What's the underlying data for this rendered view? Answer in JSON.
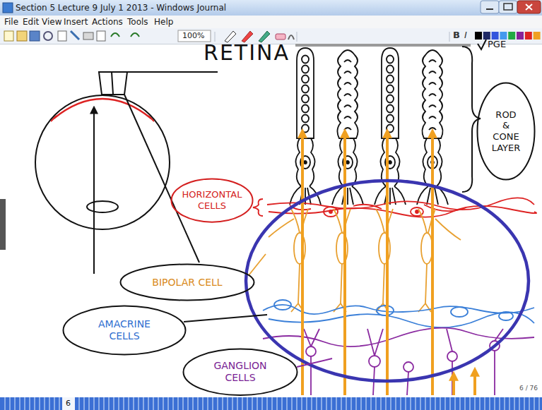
{
  "diagram": {
    "title": "RETINA",
    "nodes": [
      {
        "text": [
          "ROD & CONE LAYER"
        ]
      },
      {
        "text": [
          "HORIZONTAL CELLS"
        ]
      },
      {
        "text": [
          "BIPOLAR CELL"
        ]
      },
      {
        "text": [
          "AMACRINE CELLS"
        ]
      },
      {
        "text": [
          "GANGLION CELLS"
        ]
      }
    ],
    "labels": [
      "Section 5 Lecture 9 July 1 2013 - Windows Journal",
      "File",
      "Edit",
      "View",
      "Insert",
      "Actions",
      "Tools",
      "Help",
      "100%",
      "B",
      "I",
      "PGE",
      "6",
      "6 / 76"
    ]
  }
}
